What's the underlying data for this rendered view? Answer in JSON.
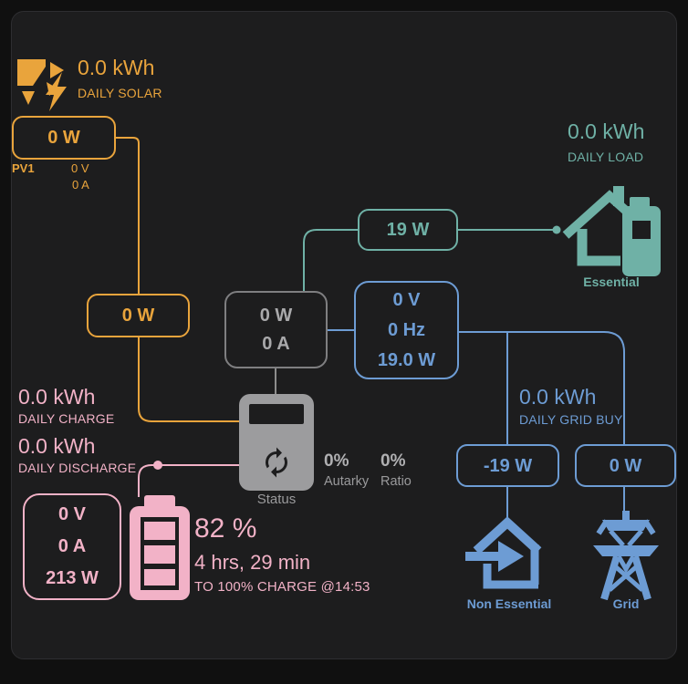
{
  "colors": {
    "page_bg": "#101010",
    "card_bg": "#1d1d1e",
    "solar": "#e9a43c",
    "load": "#6fb1a6",
    "grid": "#6d9cd4",
    "battery": "#f2b2c7",
    "inverter": "#9c9c9e"
  },
  "solar": {
    "daily_value": "0.0 kWh",
    "daily_label": "DAILY SOLAR",
    "pv1_name": "PV1",
    "pv1_power": "0 W",
    "pv1_voltage": "0 V",
    "pv1_current": "0 A",
    "total_power": "0 W"
  },
  "inverter": {
    "power": "0 W",
    "current": "0 A",
    "status_label": "Status",
    "autarky_value": "0%",
    "autarky_label": "Autarky",
    "ratio_value": "0%",
    "ratio_label": "Ratio"
  },
  "load": {
    "daily_value": "0.0 kWh",
    "daily_label": "DAILY LOAD",
    "power": "19 W",
    "essential_label": "Essential"
  },
  "grid": {
    "voltage": "0 V",
    "frequency": "0 Hz",
    "power_total": "19.0 W",
    "daily_value": "0.0 kWh",
    "daily_label": "DAILY GRID BUY",
    "nonessential_power": "-19 W",
    "nonessential_label": "Non Essential",
    "grid_power": "0 W",
    "grid_label": "Grid"
  },
  "battery": {
    "daily_charge_value": "0.0 kWh",
    "daily_charge_label": "DAILY CHARGE",
    "daily_discharge_value": "0.0 kWh",
    "daily_discharge_label": "DAILY DISCHARGE",
    "voltage": "0 V",
    "current": "0 A",
    "power": "213 W",
    "soc": "82 %",
    "time_remaining": "4 hrs, 29 min",
    "charge_eta": "TO 100% CHARGE @14:53"
  },
  "icons": {
    "solar": "solar-power-icon",
    "inverter": "inverter-status-icon",
    "essential": "home-battery-icon",
    "non_essential": "home-arrow-icon",
    "grid": "transmission-tower-icon",
    "battery": "battery-high-icon"
  }
}
